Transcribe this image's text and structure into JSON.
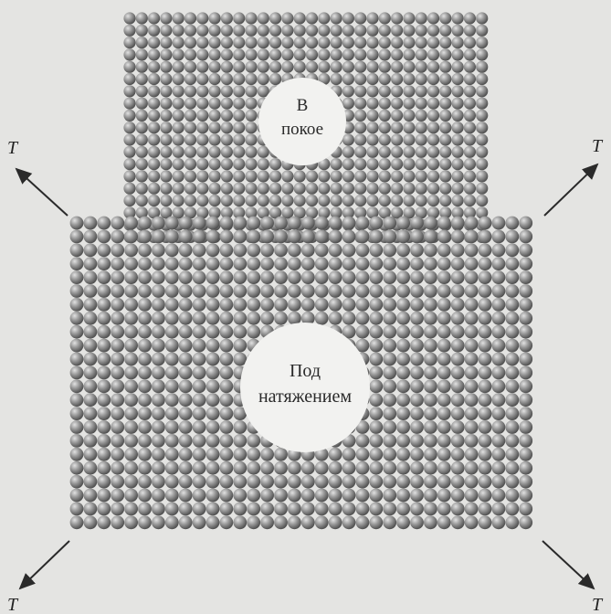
{
  "lattice_top": {
    "label_line1": "В",
    "label_line2": "покое"
  },
  "lattice_bottom": {
    "label_line1": "Под",
    "label_line2": "натяжением"
  },
  "tension": {
    "top_left": "T",
    "top_right": "T",
    "bottom_left": "T",
    "bottom_right": "T"
  },
  "colors": {
    "background": "#e4e4e2",
    "sphere_light": "#d6d6d6",
    "sphere_mid": "#9a9a9a",
    "sphere_dark": "#555555",
    "arrow": "#2a2a2a",
    "label_disc": "#f2f2f0"
  }
}
